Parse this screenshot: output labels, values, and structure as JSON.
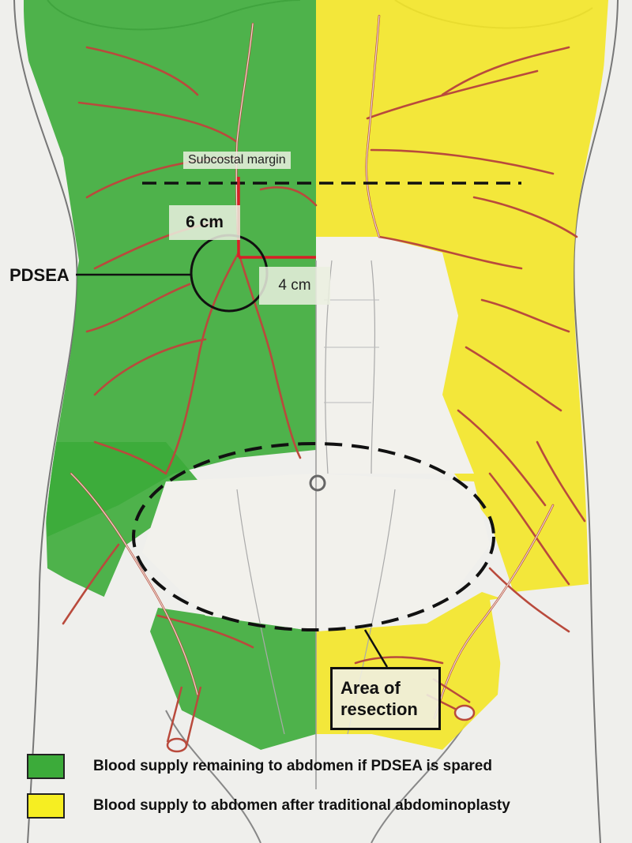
{
  "labels": {
    "subcostal": "Subcostal margin",
    "six_cm": "6 cm",
    "four_cm": "4 cm",
    "pdsea": "PDSEA",
    "area": "Area of resection"
  },
  "legend": [
    {
      "color": "#3cab3a",
      "text": "Blood supply remaining to abdomen if PDSEA is spared"
    },
    {
      "color": "#f6ee22",
      "text": "Blood supply to abdomen after traditional abdominoplasty"
    }
  ],
  "colors": {
    "green": "#3cab3a",
    "yellow": "#f3e62a",
    "vessel": "#b94a3c",
    "measure": "#d81f26"
  }
}
